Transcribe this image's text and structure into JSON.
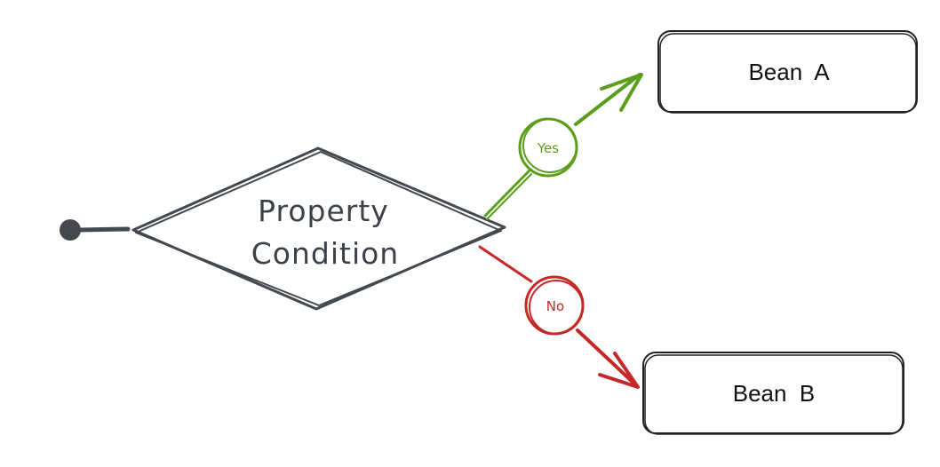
{
  "diagram": {
    "condition": {
      "line1": "Property",
      "line2": "Condition"
    },
    "yes_branch": {
      "label": "Yes",
      "color": "#5a9e1a"
    },
    "no_branch": {
      "label": "No",
      "color": "#c62828"
    },
    "bean_a": {
      "label": "Bean  A"
    },
    "bean_b": {
      "label": "Bean  B"
    },
    "stroke_color": "#44484f"
  }
}
